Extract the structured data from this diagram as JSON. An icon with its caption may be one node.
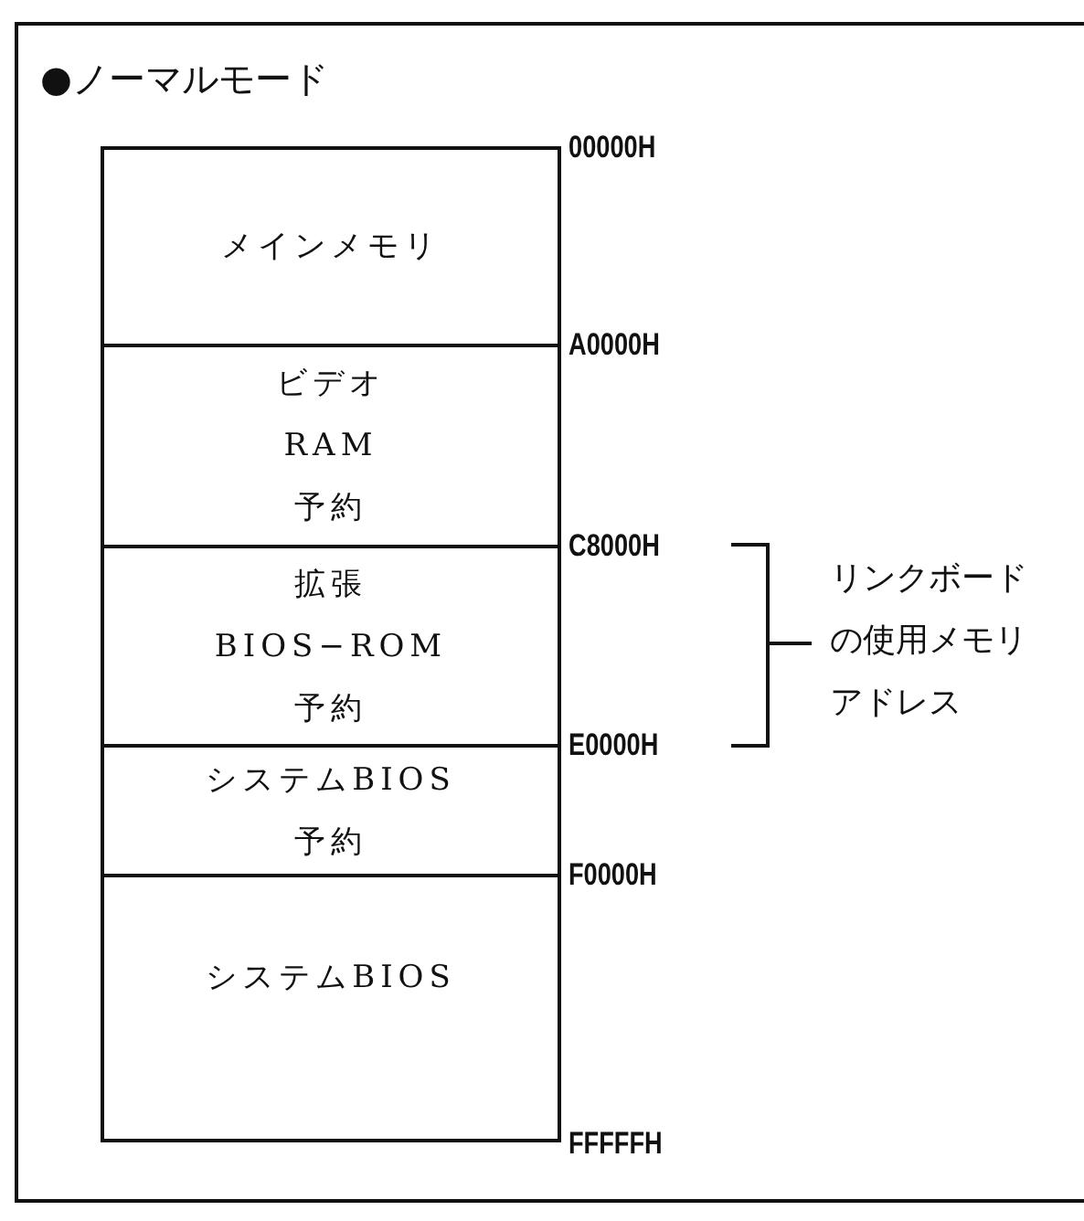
{
  "diagram": {
    "title": "●ノーマルモード",
    "nodes": [
      {
        "text": [
          "メインメモリ"
        ]
      },
      {
        "text": [
          "ビデオ",
          "RAM",
          "予約"
        ]
      },
      {
        "text": [
          "拡張",
          "BIOS−ROM",
          "予約"
        ]
      },
      {
        "text": [
          "システムBIOS",
          "予約"
        ]
      },
      {
        "text": [
          "システムBIOS"
        ]
      }
    ],
    "labels": [
      "00000H",
      "A0000H",
      "C8000H",
      "リンクボードの使用メモリアドレス",
      "E0000H",
      "F0000H",
      "FFFFFH"
    ]
  }
}
